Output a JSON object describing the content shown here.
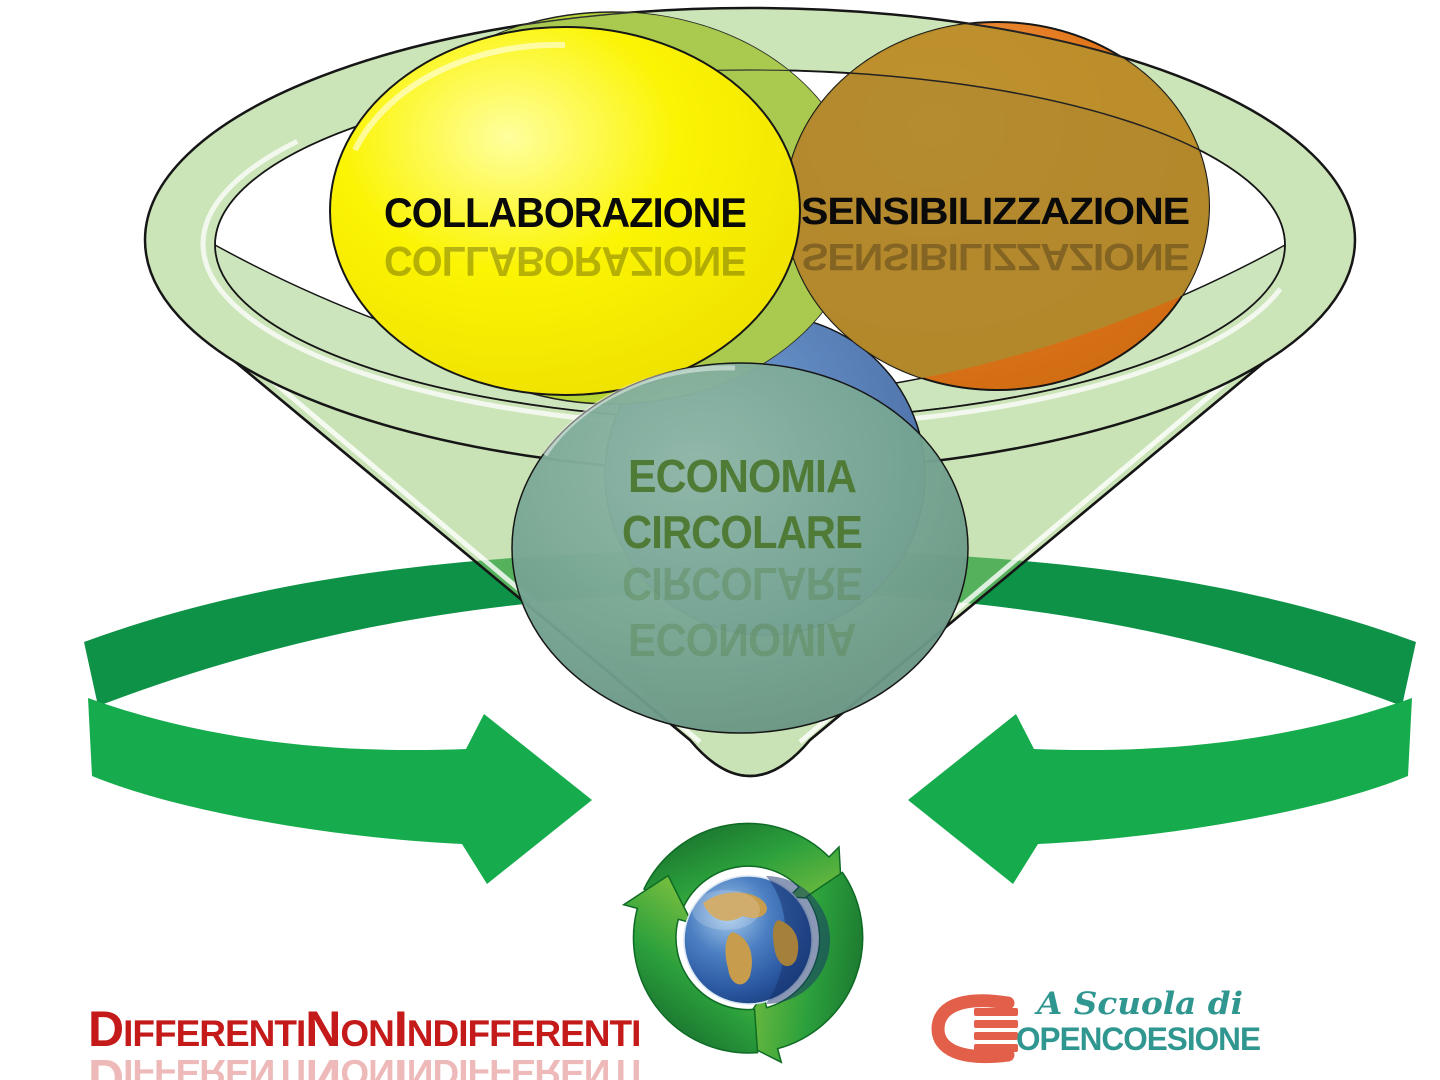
{
  "slide": {
    "background": "#FFFFFF",
    "funnel": {
      "id": "green-funnel",
      "body_color": "#C9E3B6",
      "rim_color": "#CBE4B8",
      "outline_color": "#161616",
      "band_through_color": "#55B15C"
    },
    "nodes": [
      {
        "id": "collaborazione",
        "label": "COLLABORAZIONE",
        "fill": "#F8F000",
        "text_color": "#0A0A0A"
      },
      {
        "id": "sensibilizzazione",
        "label": "SENSIBILIZZAZIONE",
        "fill": "#E0761B",
        "text_color": "#0A0A0A"
      },
      {
        "id": "economia-circolare",
        "label_line1": "ECONOMIA",
        "label_line2": "CIRCOLARE",
        "fill": "#76A593",
        "text_color": "#4F7B37"
      },
      {
        "id": "back-circle-blue",
        "label": "",
        "fill": "#4D7EC0"
      },
      {
        "id": "back-ellipse-chartreuse",
        "label": "",
        "fill": "#B5D437"
      }
    ],
    "arrows": {
      "dark_color": "#0D9247",
      "bright_color": "#16AC4D"
    },
    "footer": {
      "center_icon": "recycle-earth-icon",
      "title": {
        "color": "#C41A1A",
        "parts": [
          {
            "text": "D"
          },
          {
            "text": "IFFERENTI"
          },
          {
            "text": "N"
          },
          {
            "text": "ON"
          },
          {
            "text": "I"
          },
          {
            "text": "NDIFFERENTI"
          }
        ]
      },
      "brand": {
        "icon": "book-pages-icon",
        "icon_color": "#E2604A",
        "text_color": "#2F9690",
        "line1": "A Scuola di",
        "line2": "OPENCOESIONE"
      }
    }
  }
}
